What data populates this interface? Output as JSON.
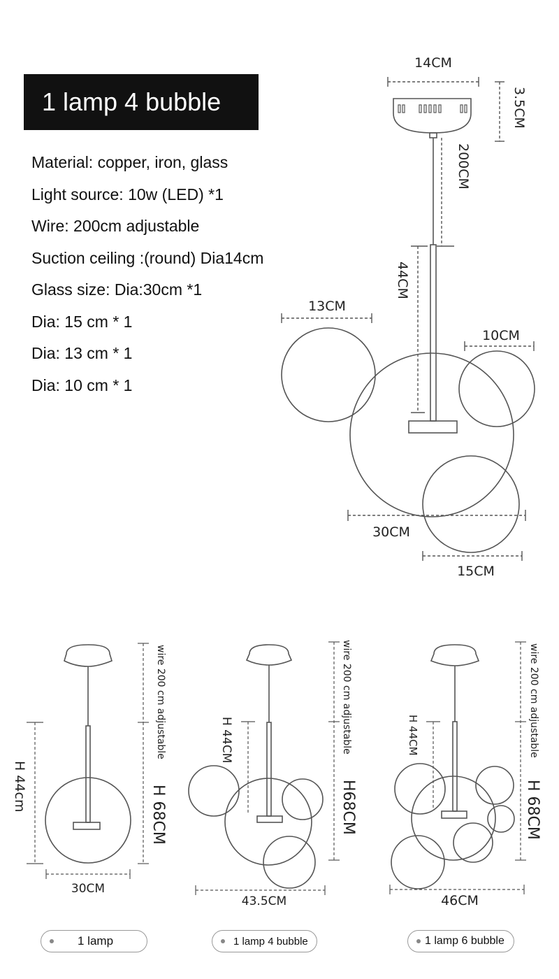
{
  "title": "1 lamp 4 bubble",
  "specs": [
    "Material: copper, iron, glass",
    "Light source: 10w (LED) *1",
    "Wire: 200cm adjustable",
    "Suction ceiling :(round) Dia14cm",
    "Glass size: Dia:30cm *1",
    "Dia: 15 cm * 1",
    "Dia: 13 cm * 1",
    "Dia: 10 cm * 1"
  ],
  "main_diagram": {
    "canopy_width": "14CM",
    "canopy_height": "3.5CM",
    "wire_length": "200CM",
    "rod_height": "44CM",
    "bubble_13": "13CM",
    "bubble_10": "10CM",
    "bubble_30": "30CM",
    "bubble_15": "15CM"
  },
  "variants": [
    {
      "label": "1 lamp",
      "width": "30CM",
      "wire": "wire 200 cm adjustable",
      "height_short": "H 44cm",
      "height_total": "H 68CM"
    },
    {
      "label": "1 lamp 4 bubble",
      "width": "43.5CM",
      "wire": "wire 200 cm adjustable",
      "height_short": "H 44CM",
      "height_total": "H68CM"
    },
    {
      "label": "1 lamp 6 bubble",
      "width": "46CM",
      "wire": "wire 200 cm adjustable",
      "height_short": "H 44CM",
      "height_total": "H 68CM"
    }
  ]
}
